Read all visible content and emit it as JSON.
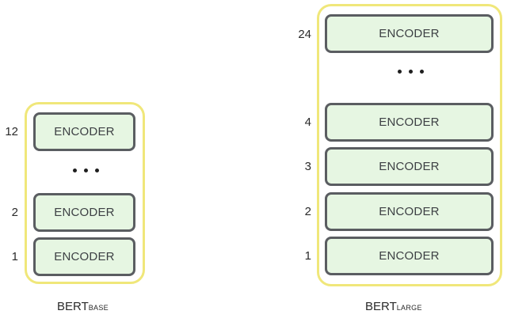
{
  "bert_base": {
    "label_main": "BERT",
    "label_sub": "BASE",
    "encoder_label": "ENCODER",
    "layers": [
      "12",
      "2",
      "1"
    ]
  },
  "bert_large": {
    "label_main": "BERT",
    "label_sub": "LARGE",
    "encoder_label": "ENCODER",
    "layers": [
      "24",
      "4",
      "3",
      "2",
      "1"
    ]
  },
  "colors": {
    "stack_border": "#f0e77a",
    "encoder_fill": "#e6f6e2",
    "encoder_border": "#5a5d61"
  }
}
